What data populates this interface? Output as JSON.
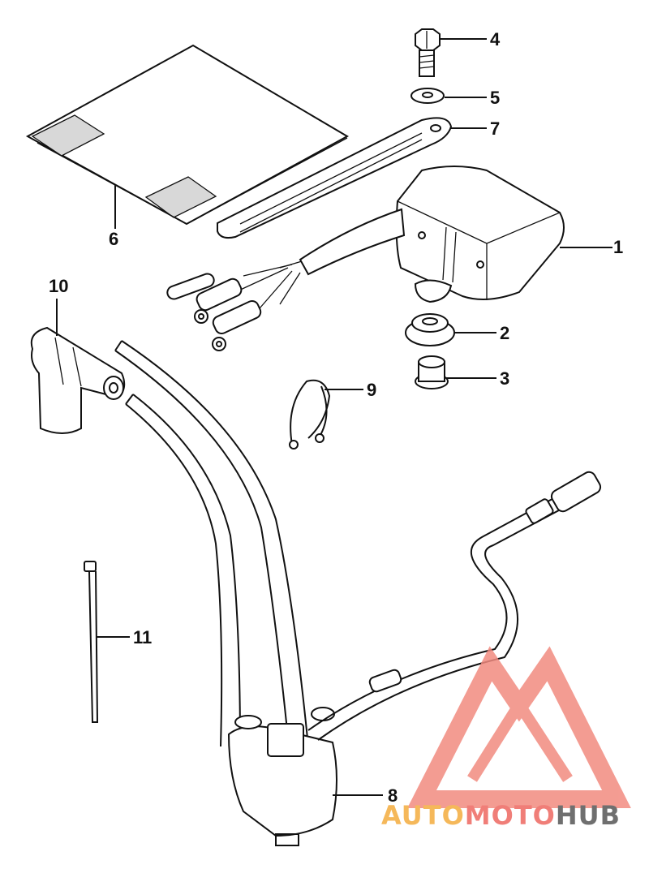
{
  "diagram": {
    "callouts": [
      {
        "id": "1",
        "label": "1"
      },
      {
        "id": "2",
        "label": "2"
      },
      {
        "id": "3",
        "label": "3"
      },
      {
        "id": "4",
        "label": "4"
      },
      {
        "id": "5",
        "label": "5"
      },
      {
        "id": "6",
        "label": "6"
      },
      {
        "id": "7",
        "label": "7"
      },
      {
        "id": "8",
        "label": "8"
      },
      {
        "id": "9",
        "label": "9"
      },
      {
        "id": "10",
        "label": "10"
      },
      {
        "id": "11",
        "label": "11"
      }
    ]
  },
  "watermark": {
    "part1": "AUTO",
    "part2": "MOTO",
    "part3": "HUB",
    "colors": {
      "auto": "#f5b85a",
      "moto": "#f07e78",
      "hub": "#6f6f6f",
      "logo": "#f28b80"
    }
  }
}
